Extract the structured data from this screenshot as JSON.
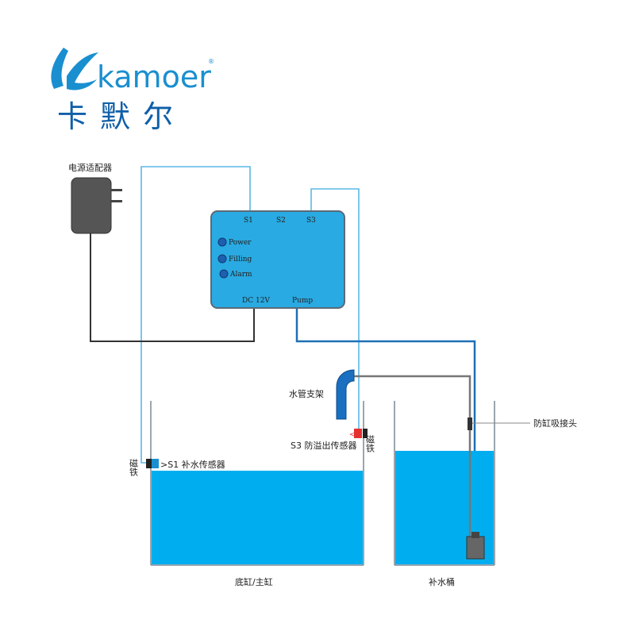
{
  "brand": {
    "name": "kamoer",
    "name_cn": "卡默尔",
    "registered": "®",
    "color": "#1a8fd0",
    "cn_color": "#0f5fa8"
  },
  "labels": {
    "power_adapter": "电源适配器",
    "pipe_holder": "水管支架",
    "s3_sensor": "S3 防溢出传感器",
    "s1_sensor": ">S1 补水传感器",
    "magnet": "磁铁",
    "anti_siphon": "防缸吸接头",
    "main_tank": "底缸/主缸",
    "refill_bucket": "补水桶"
  },
  "controller": {
    "ports_top": [
      "S1",
      "S2",
      "S3"
    ],
    "indicators": [
      "Power",
      "Filling",
      "Alarm"
    ],
    "dc_label": "DC 12V",
    "pump_label": "Pump"
  },
  "colors": {
    "water": "#00aeef",
    "controller": "#29aae2",
    "sensor_wire": "#5bb8e6",
    "pump_wire": "#1f6fb5",
    "power_wire": "#333333",
    "pipe": "#777777",
    "holder": "#1a6fc0",
    "s3_marker": "#e53030"
  }
}
